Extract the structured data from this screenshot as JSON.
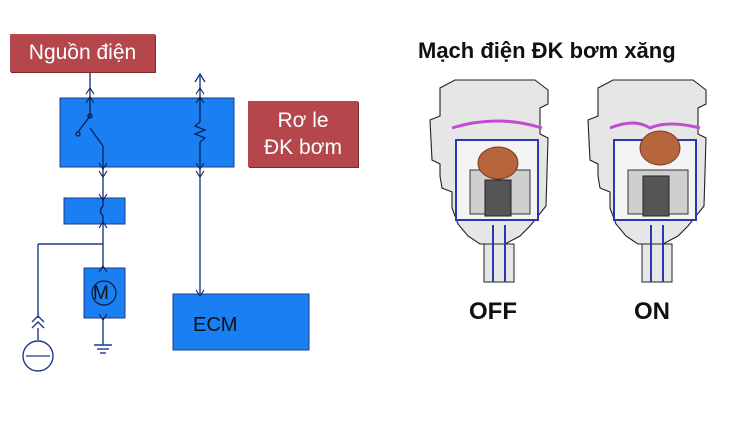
{
  "diagram": {
    "title": "Mạch điện ĐK bơm xăng",
    "power_label": "Nguồn điện",
    "relay_label_line1": "Rơ le",
    "relay_label_line2": "ĐK bơm",
    "ecm_label": "ECM",
    "motor_label": "M",
    "state_off": "OFF",
    "state_on": "ON"
  },
  "colors": {
    "box_fill": "#1a7ff2",
    "wire": "#1f3a8a",
    "label_fill": "#b5474c",
    "sensor_ball": "#b7653c",
    "sensor_body": "#d9d9d9"
  }
}
